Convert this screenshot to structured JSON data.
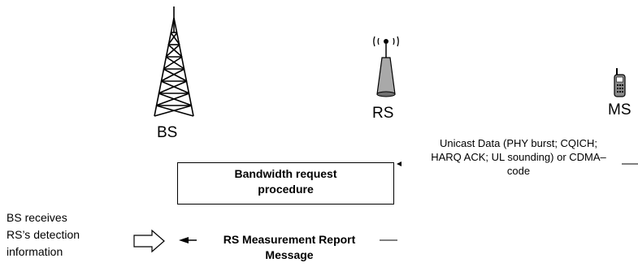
{
  "nodes": {
    "bs": {
      "label": "BS",
      "icon": "cell-tower-icon"
    },
    "rs": {
      "label": "RS",
      "icon": "relay-station-antenna-icon"
    },
    "ms": {
      "label": "MS",
      "icon": "mobile-phone-icon"
    }
  },
  "messages": {
    "unicast": {
      "lines": [
        "Unicast Data (PHY burst; CQICH;",
        "HARQ ACK; UL sounding) or CDMA–",
        "code"
      ]
    },
    "bandwidth_request": {
      "lines": [
        "Bandwidth request",
        "procedure"
      ]
    },
    "rs_measurement": {
      "lines": [
        "RS Measurement Report",
        "Message"
      ]
    }
  },
  "annotation": {
    "lines": [
      "BS receives",
      "RS’s detection",
      "information"
    ]
  }
}
